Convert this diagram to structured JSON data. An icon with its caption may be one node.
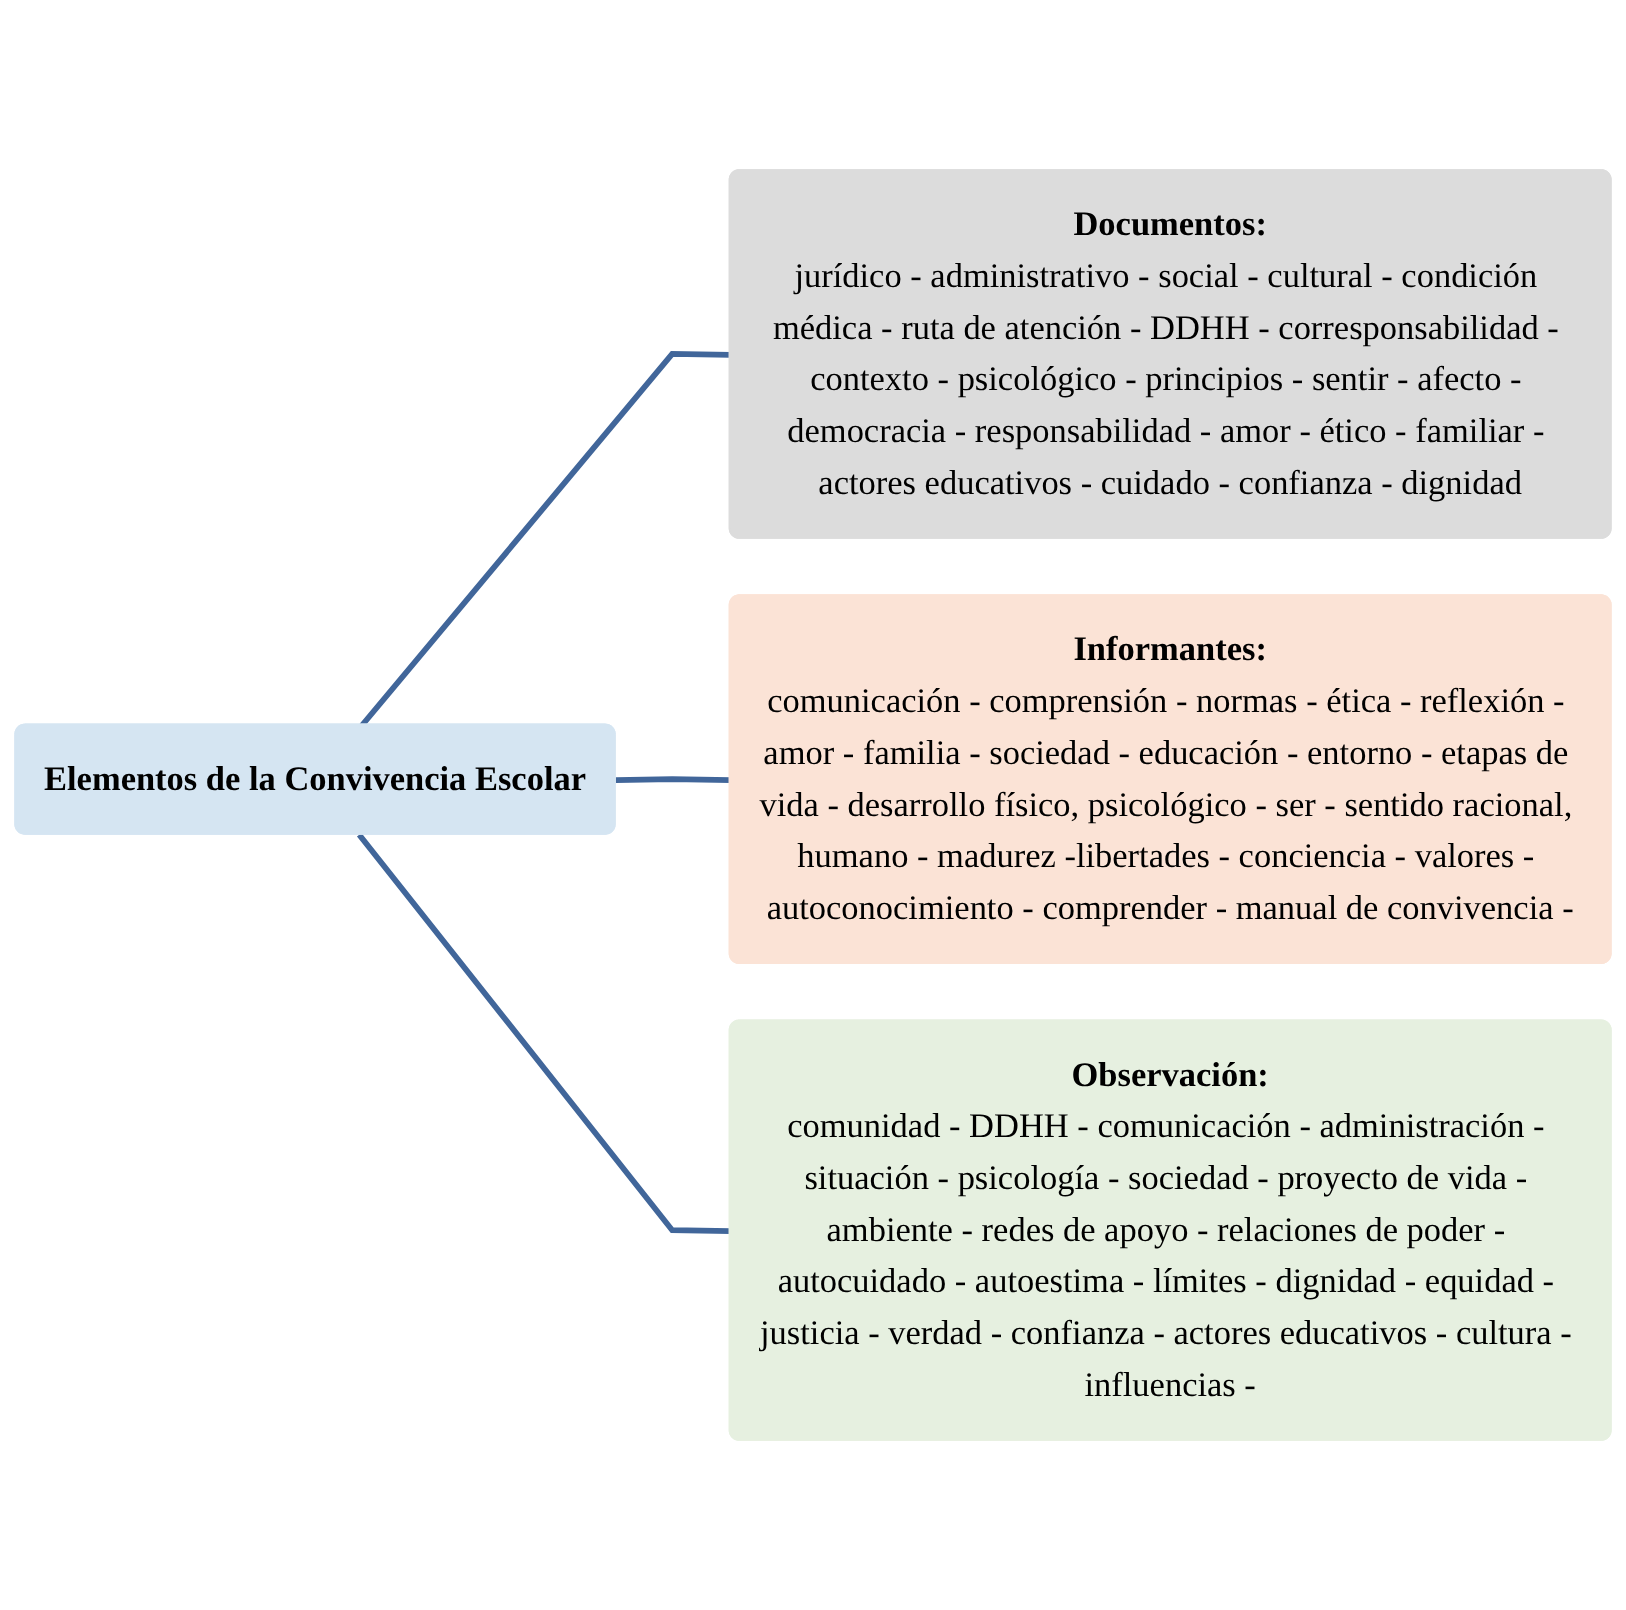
{
  "diagram": {
    "nodes": [
      {
        "text": [
          "Elementos de la Convivencia Escolar"
        ]
      },
      {
        "text": [
          "Documentos:",
          "jurídico - administrativo - social - cultural - condición médica - ruta de atención - DDHH - corresponsabilidad - contexto - psicológico - principios - sentir - afecto - democracia - responsabilidad - amor - ético - familiar - actores educativos - cuidado - confianza - dignidad"
        ]
      },
      {
        "text": [
          "Informantes:",
          "comunicación - comprensión - normas - ética - reflexión - amor - familia - sociedad - educación - entorno - etapas de vida - desarrollo físico, psicológico - ser - sentido racional, humano - madurez -libertades - conciencia - valores - autoconocimiento - comprender - manual de convivencia -"
        ]
      },
      {
        "text": [
          "Observación:",
          "comunidad - DDHH - comunicación - administración - situación - psicología - sociedad - proyecto de vida - ambiente - redes de apoyo - relaciones de poder - autocuidado - autoestima - límites - dignidad - equidad - justicia - verdad - confianza - actores educativos - cultura - influencias -"
        ]
      }
    ],
    "edges": [
      {
        "from": 0,
        "to": 1,
        "arrow": "none"
      },
      {
        "from": 0,
        "to": 2,
        "arrow": "none"
      },
      {
        "from": 0,
        "to": 3,
        "arrow": "none"
      }
    ]
  }
}
